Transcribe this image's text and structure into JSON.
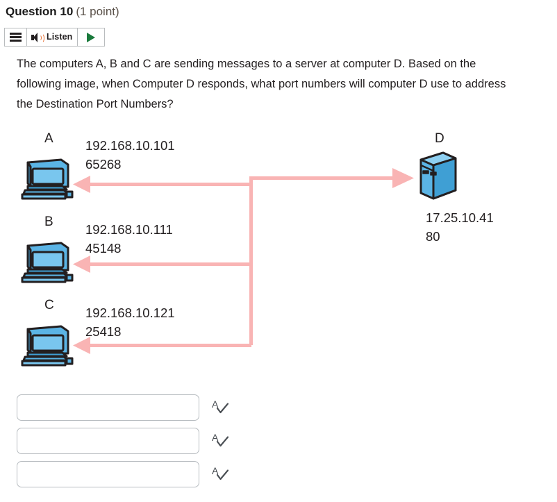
{
  "question": {
    "title": "Question 10",
    "points": "(1 point)",
    "body": "The computers A, B and C are sending messages to a server at computer D. Based on the following image, when Computer D responds, what port numbers will computer D use to address the Destination Port Numbers?"
  },
  "toolbar": {
    "menu_icon": "hamburger-menu-icon",
    "listen_label": "Listen",
    "speaker_icon": "speaker-icon",
    "play_icon": "play-triangle-icon"
  },
  "diagram": {
    "arrow_color": "#f9b4b4",
    "device_fill": "#5bb4e5",
    "device_stroke": "#231f20",
    "nodes": [
      {
        "letter": "A",
        "ip": "192.168.10.101",
        "port": "65268",
        "icon": "desktop-computer-icon"
      },
      {
        "letter": "B",
        "ip": "192.168.10.111",
        "port": "45148",
        "icon": "desktop-computer-icon"
      },
      {
        "letter": "C",
        "ip": "192.168.10.121",
        "port": "25418",
        "icon": "desktop-computer-icon"
      },
      {
        "letter": "D",
        "ip": "17.25.10.41",
        "port": "80",
        "icon": "server-tower-icon"
      }
    ]
  },
  "answers": {
    "fields": [
      {
        "value": "",
        "placeholder": "",
        "spell_icon": "spellcheck-icon"
      },
      {
        "value": "",
        "placeholder": "",
        "spell_icon": "spellcheck-icon"
      },
      {
        "value": "",
        "placeholder": "",
        "spell_icon": "spellcheck-icon"
      }
    ]
  }
}
